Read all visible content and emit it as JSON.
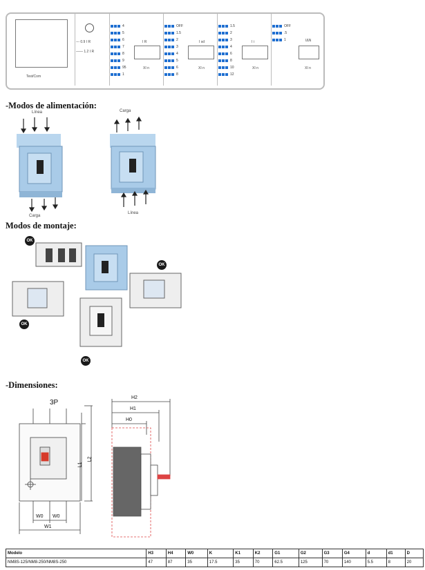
{
  "panel": {
    "test_label": "Test/Com",
    "legend1": "0.9  I R",
    "legend2": "1.2  I R",
    "ir": {
      "title": "I R",
      "unit": "XI n",
      "steps": [
        "4",
        "5",
        "6",
        "7",
        "8",
        "9",
        "95",
        "1"
      ]
    },
    "isd": {
      "title": "I sd",
      "unit": "XI n",
      "steps": [
        "OFF",
        "1.5",
        "2",
        "3",
        "4",
        "5",
        "6",
        "8"
      ]
    },
    "ii": {
      "title": "I i",
      "unit": "XI n",
      "steps": [
        "1.5",
        "2",
        "3",
        "4",
        "6",
        "8",
        "10",
        "12"
      ]
    },
    "idn": {
      "title": "IΔN",
      "unit": "XI n",
      "steps": [
        "OFF",
        ".5",
        "1"
      ]
    }
  },
  "sections": {
    "alimentacion": "-Modos de alimentación:",
    "montaje": "Modos de montaje:",
    "dimensiones": "-Dimensiones:"
  },
  "alimentacion": {
    "linea_top": "Línea",
    "carga_bottom": "Carga",
    "carga_top": "Carga",
    "linea_bottom": "Línea"
  },
  "ok_label": "OK",
  "dimensions": {
    "front_title": "3P",
    "labels": {
      "l1": "L1",
      "l2": "L2",
      "w0a": "W0",
      "w0b": "W0",
      "w1": "W1",
      "h2": "H2",
      "h1": "H1",
      "h0": "H0"
    }
  },
  "table": {
    "headers": [
      "Modelo",
      "H3",
      "H4",
      "W0",
      "K",
      "K1",
      "K2",
      "G1",
      "G2",
      "G3",
      "G4",
      "d",
      "d1",
      "D"
    ],
    "row": [
      "NM8S-125/NM8-250/NM8S-250",
      "47",
      "87",
      "35",
      "17.5",
      "35",
      "70",
      "62.5",
      "125",
      "70",
      "140",
      "5.5",
      "8",
      "20"
    ]
  }
}
